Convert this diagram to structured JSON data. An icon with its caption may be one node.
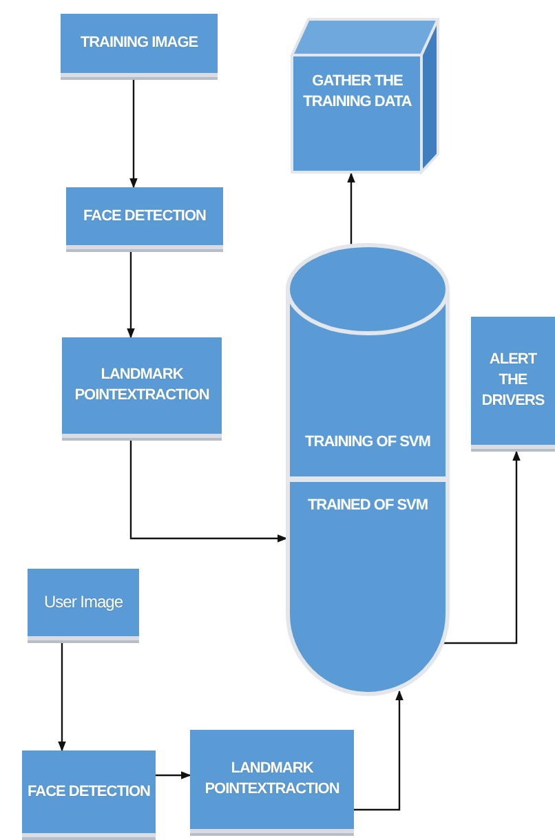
{
  "diagram": {
    "nodes": [
      {
        "text": [
          "TRAINING IMAGE"
        ]
      },
      {
        "text": [
          "GATHER THE TRAINING DATA"
        ]
      },
      {
        "text": [
          "FACE DETECTION"
        ]
      },
      {
        "text": [
          "TRAINING OF SVM",
          "TRAINED OF SVM"
        ]
      },
      {
        "text": [
          "LANDMARK POINTEXTRACTION"
        ]
      },
      {
        "text": [
          "ALERT THE DRIVERS"
        ]
      },
      {
        "text": [
          "User Image"
        ]
      },
      {
        "text": [
          "FACE DETECTION"
        ]
      },
      {
        "text": [
          "LANDMARK POINTEXTRACTION"
        ]
      }
    ],
    "edges": [
      {
        "from": 0,
        "to": 2,
        "arrow": "to"
      },
      {
        "from": 2,
        "to": 4,
        "arrow": "to"
      },
      {
        "from": 4,
        "to": 3,
        "arrow": "to"
      },
      {
        "from": 3,
        "to": 1,
        "arrow": "to"
      },
      {
        "from": 3,
        "to": 5,
        "arrow": "to"
      },
      {
        "from": 6,
        "to": 7,
        "arrow": "to"
      },
      {
        "from": 7,
        "to": 8,
        "arrow": "to"
      },
      {
        "from": 8,
        "to": 3,
        "arrow": "to"
      }
    ]
  }
}
